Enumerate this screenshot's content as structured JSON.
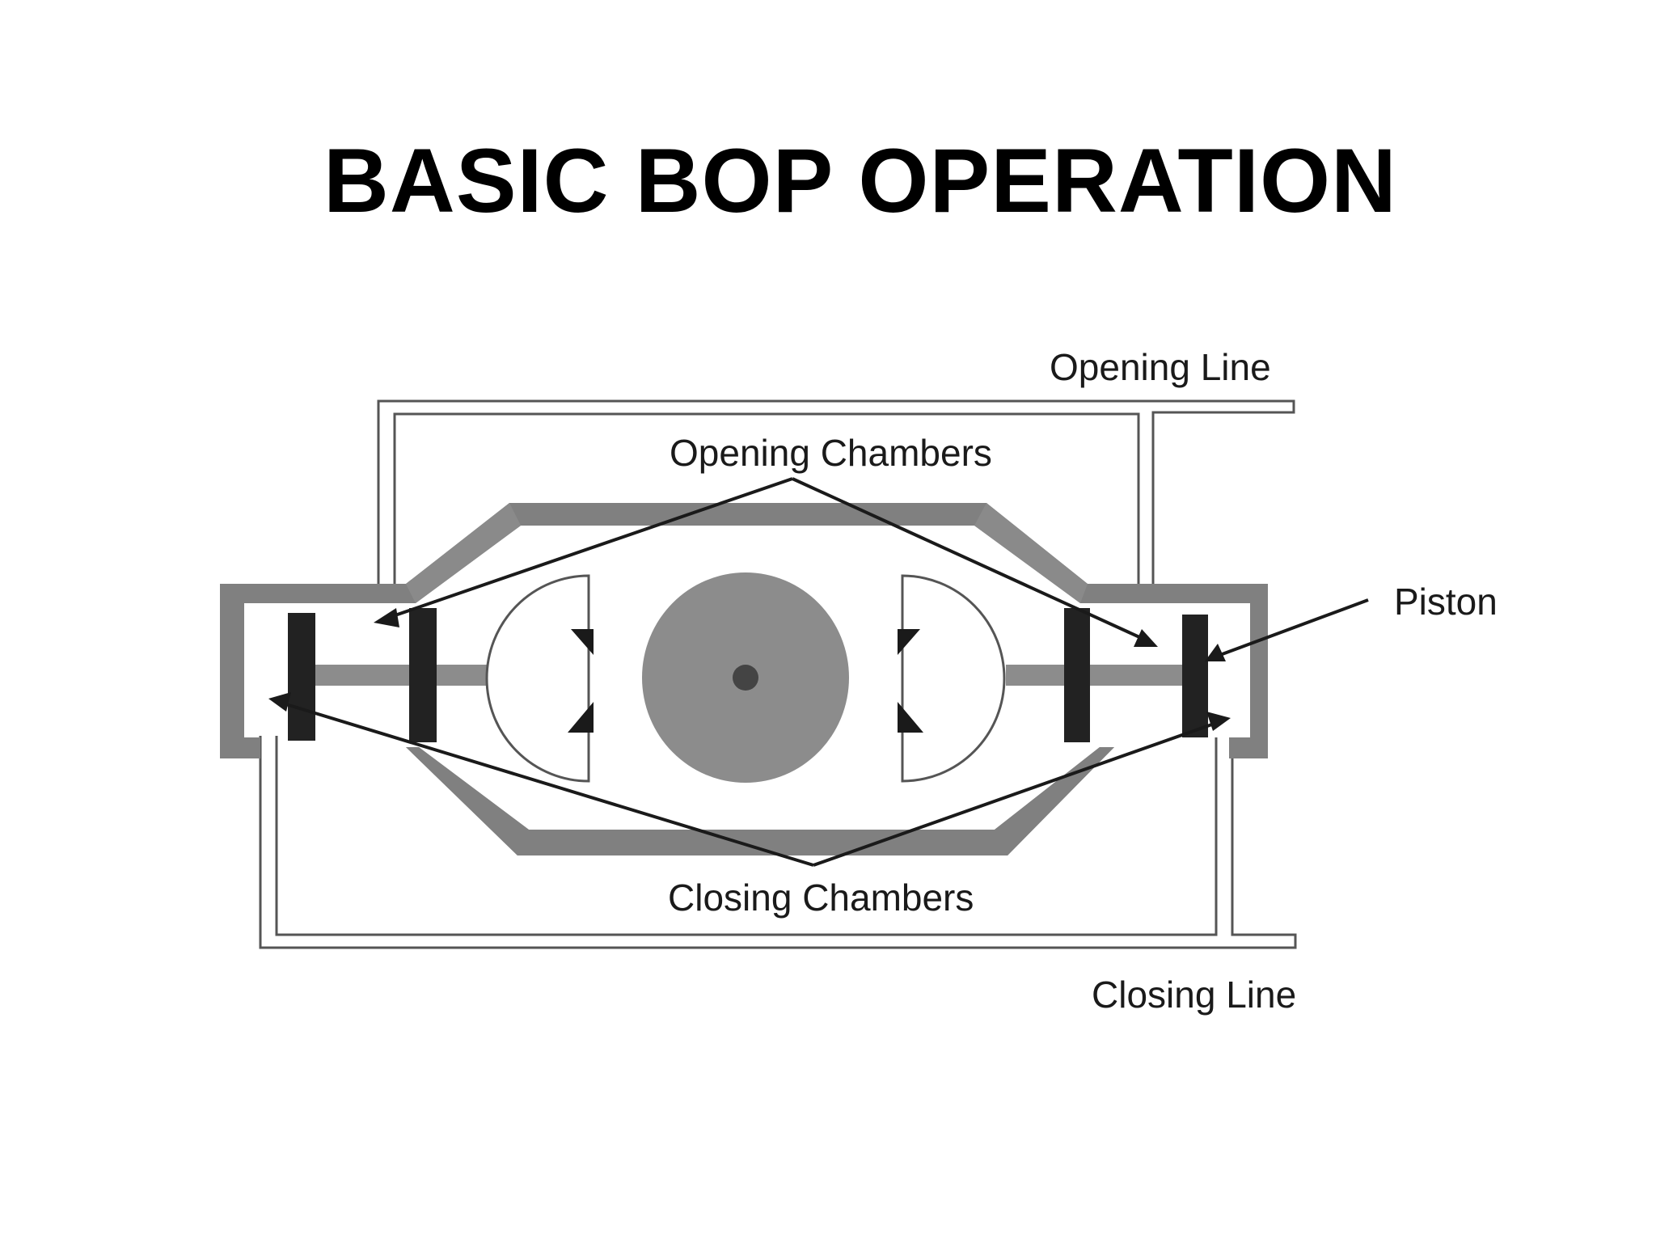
{
  "title": "BASIC BOP OPERATION",
  "labels": {
    "opening_line": "Opening Line",
    "opening_chambers": "Opening Chambers",
    "piston": "Piston",
    "closing_chambers": "Closing Chambers",
    "closing_line": "Closing Line"
  },
  "colors": {
    "body_gray": "#808080",
    "piston_dark": "#222222",
    "pipe_bore": "#8c8c8c",
    "line_color": "#555555",
    "ink": "#1a1a1a"
  }
}
